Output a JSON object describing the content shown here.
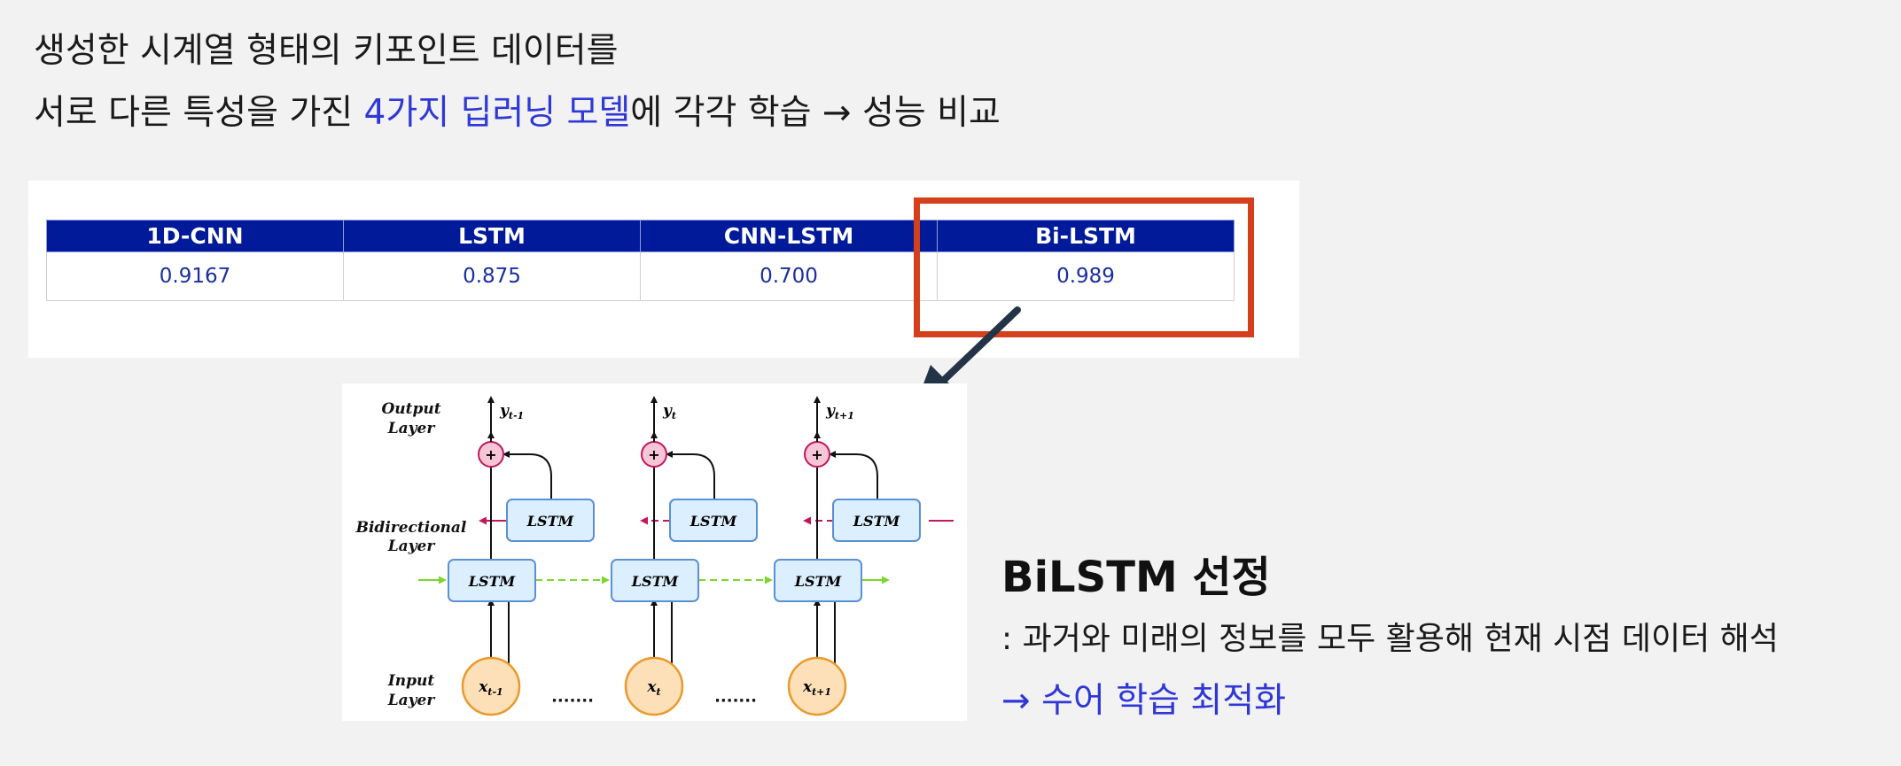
{
  "intro": {
    "line1": "생성한 시계열 형태의 키포인트 데이터를",
    "line2_pre": "서로 다른 특성을 가진 ",
    "line2_highlight": "4가지 딥러닝 모델",
    "line2_post": "에 각각 학습 → 성능 비교"
  },
  "results_table": {
    "headers": [
      "1D-CNN",
      "LSTM",
      "CNN-LSTM",
      "Bi-LSTM"
    ],
    "values": [
      "0.9167",
      "0.875",
      "0.700",
      "0.989"
    ]
  },
  "diagram": {
    "output_layer_label": [
      "Output",
      "Layer"
    ],
    "bidirectional_layer_label": [
      "Bidirectional",
      "Layer"
    ],
    "input_layer_label": [
      "Input",
      "Layer"
    ],
    "y_labels": [
      {
        "base": "y",
        "sub": "t-1"
      },
      {
        "base": "y",
        "sub": "t"
      },
      {
        "base": "y",
        "sub": "t+1"
      }
    ],
    "x_labels": [
      {
        "base": "x",
        "sub": "t-1"
      },
      {
        "base": "x",
        "sub": "t"
      },
      {
        "base": "x",
        "sub": "t+1"
      }
    ],
    "cell_label": "LSTM",
    "plus_symbol": "+",
    "ellipsis": "·······"
  },
  "selection": {
    "title": "BiLSTM 선정",
    "description": ": 과거와 미래의 정보를 모두 활용해 현재 시점 데이터 해석",
    "result": "→ 수어 학습 최적화"
  },
  "colors": {
    "background": "#f2f2f2",
    "highlight_text": "#2f37d6",
    "table_header": "#001a99",
    "table_value": "#1a2fa0",
    "highlight_box": "#d5401c",
    "pointer_arrow": "#243447",
    "lstm_cell_fill": "#dcefff",
    "lstm_cell_stroke": "#5b8fd6",
    "plus_node_fill": "#f6c6d6",
    "plus_node_stroke": "#c2185b",
    "input_node_fill": "#fde0b8",
    "input_node_stroke": "#e89a2c",
    "backward_arrow": "#c2185b",
    "forward_arrow": "#7cd62c"
  }
}
